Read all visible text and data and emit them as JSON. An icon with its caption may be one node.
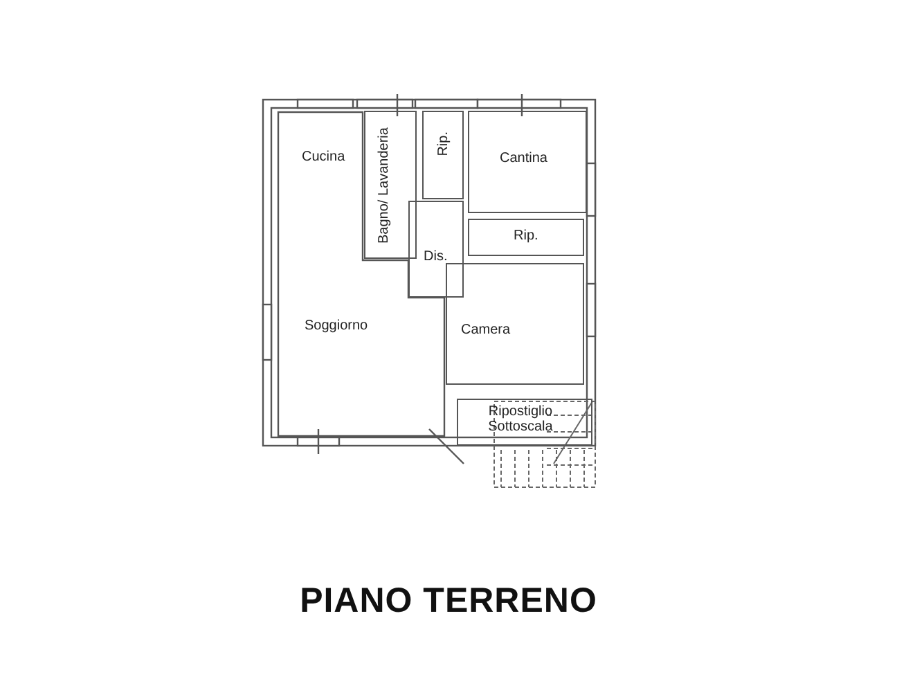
{
  "diagram": {
    "title": "PIANO TERRENO",
    "nodes": [
      {
        "text": [
          "Cucina",
          "Soggiorno"
        ]
      },
      {
        "text": [
          "Bagno/ Lavanderia"
        ]
      },
      {
        "text": [
          "Rip."
        ]
      },
      {
        "text": [
          "Cantina"
        ]
      },
      {
        "text": [
          "Rip."
        ]
      },
      {
        "text": [
          "Dis."
        ]
      },
      {
        "text": [
          "Camera"
        ]
      },
      {
        "text": [
          "Ripostiglio Sottoscala"
        ]
      }
    ]
  }
}
